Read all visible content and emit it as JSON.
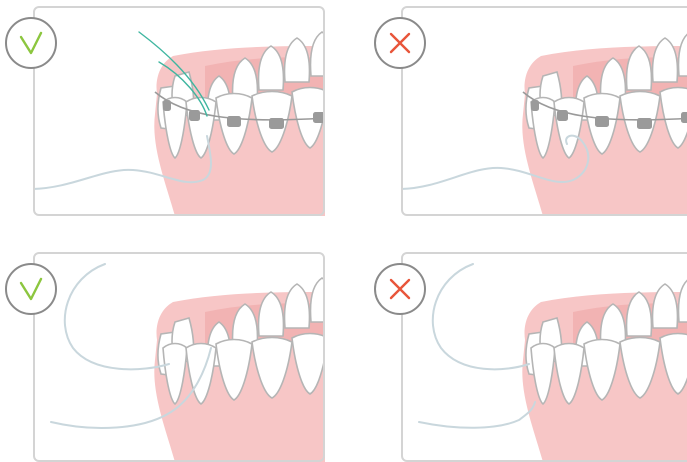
{
  "colors": {
    "correct": "#8cc63f",
    "incorrect": "#e8553a",
    "gum": "#f7c6c6",
    "gum_dark": "#f2b3b3",
    "tooth_outline": "#b5b5b5",
    "bracket": "#9a9a9a",
    "floss": "#c9d7dd",
    "floss_highlight": "#3fb6a0",
    "frame": "#d4d4d4"
  },
  "panels": [
    {
      "id": "braces-correct",
      "verdict": "correct",
      "icon": "check-icon",
      "braces": true,
      "floss_style": "correct-braces"
    },
    {
      "id": "braces-incorrect",
      "verdict": "incorrect",
      "icon": "cross-icon",
      "braces": true,
      "floss_style": "incorrect-braces"
    },
    {
      "id": "plain-correct",
      "verdict": "correct",
      "icon": "check-icon",
      "braces": false,
      "floss_style": "correct-plain"
    },
    {
      "id": "plain-incorrect",
      "verdict": "incorrect",
      "icon": "cross-icon",
      "braces": false,
      "floss_style": "incorrect-plain"
    }
  ]
}
